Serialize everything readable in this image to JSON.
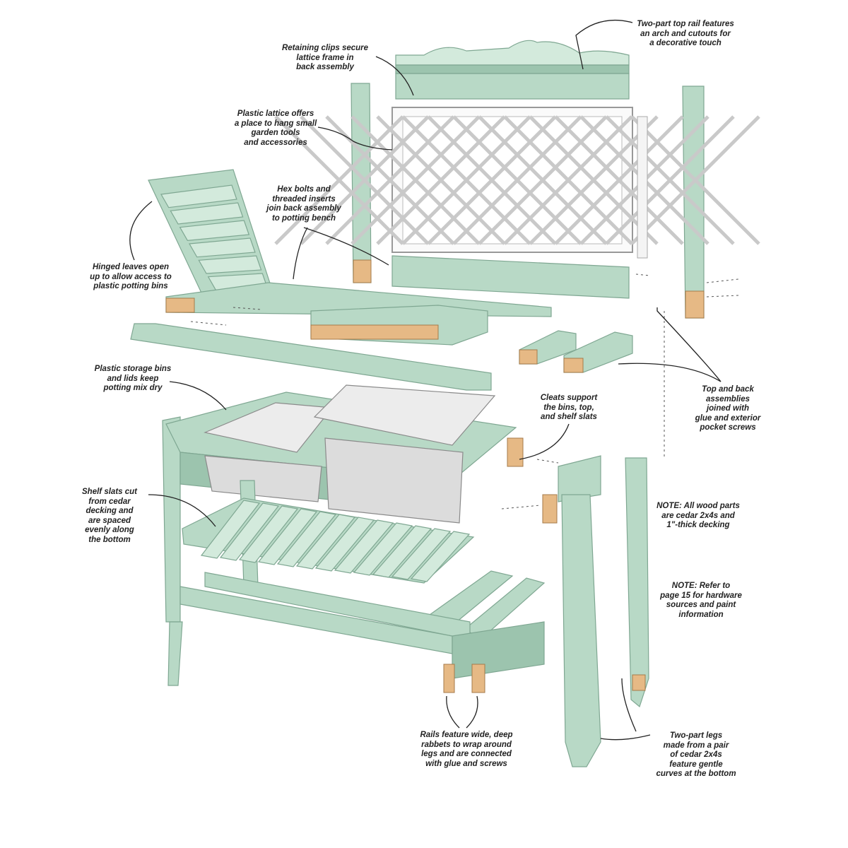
{
  "diagram": {
    "title": "Potting bench exploded view",
    "colors": {
      "paint": "#b8d9c6",
      "cedar": "#e6b985",
      "bins": "#dcdcdc"
    },
    "labels": {
      "top_rail": "Two-part top rail features\nan arch and cutouts for\na decorative touch",
      "retaining_clips": "Retaining clips secure\nlattice frame in\nback assembly",
      "plastic_lattice": "Plastic lattice offers\na place to hang small\ngarden tools\nand accessories",
      "hex_bolts": "Hex bolts and\nthreaded inserts\njoin back assembly\nto potting bench",
      "hinged_leaves": "Hinged leaves open\nup to allow access to\nplastic potting bins",
      "storage_bins": "Plastic storage bins\nand lids keep\npotting mix dry",
      "cleats": "Cleats support\nthe bins, top,\nand shelf slats",
      "top_back_joined": "Top and back\nassemblies\njoined with\nglue and exterior\npocket screws",
      "shelf_slats": "Shelf slats cut\nfrom cedar\ndecking and\nare spaced\nevenly along\nthe bottom",
      "note_wood": "NOTE: All wood parts\nare cedar 2x4s and\n1\"-thick decking",
      "note_hardware": "NOTE: Refer to\npage 15 for hardware\nsources and paint\ninformation",
      "rails": "Rails feature wide, deep\nrabbets to wrap around\nlegs and are connected\nwith glue and screws",
      "legs": "Two-part legs\nmade from a pair\nof cedar 2x4s\nfeature gentle\ncurves at the bottom"
    }
  }
}
